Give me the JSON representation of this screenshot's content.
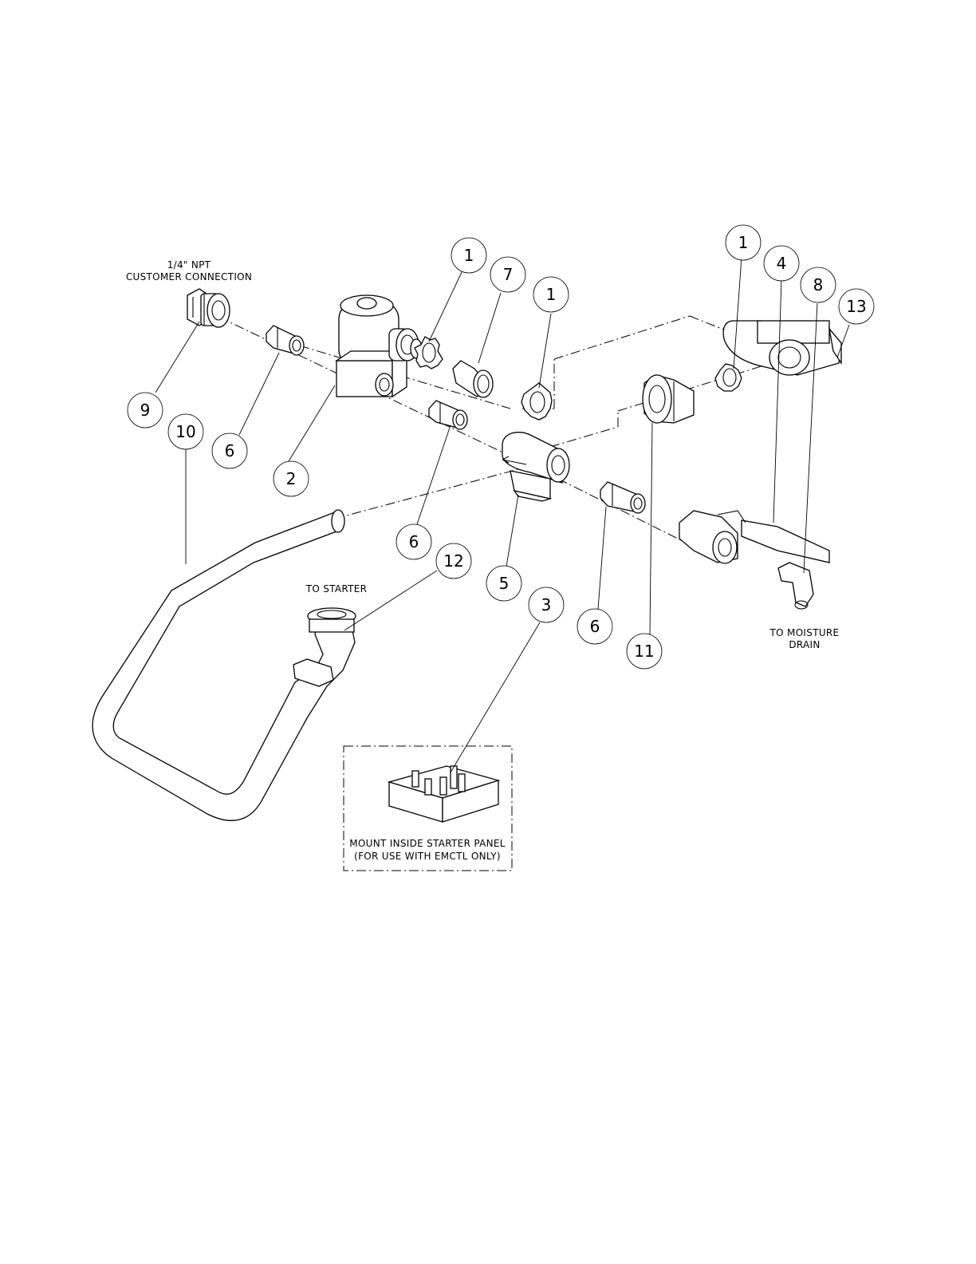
{
  "labels": {
    "customer_connection_line1": "1/4\" NPT",
    "customer_connection_line2": "CUSTOMER CONNECTION",
    "to_starter": "TO STARTER",
    "to_moisture_drain_line1": "TO MOISTURE",
    "to_moisture_drain_line2": "DRAIN",
    "panel_note_line1": "MOUNT INSIDE STARTER PANEL",
    "panel_note_line2": "(FOR USE WITH EMCTL ONLY)"
  },
  "balloons": [
    {
      "id": "b1a",
      "number": "1"
    },
    {
      "id": "b7",
      "number": "7"
    },
    {
      "id": "b1b",
      "number": "1"
    },
    {
      "id": "b1c",
      "number": "1"
    },
    {
      "id": "b4",
      "number": "4"
    },
    {
      "id": "b8",
      "number": "8"
    },
    {
      "id": "b13",
      "number": "13"
    },
    {
      "id": "b9",
      "number": "9"
    },
    {
      "id": "b10",
      "number": "10"
    },
    {
      "id": "b6a",
      "number": "6"
    },
    {
      "id": "b2",
      "number": "2"
    },
    {
      "id": "b6b",
      "number": "6"
    },
    {
      "id": "b12",
      "number": "12"
    },
    {
      "id": "b5",
      "number": "5"
    },
    {
      "id": "b3",
      "number": "3"
    },
    {
      "id": "b6c",
      "number": "6"
    },
    {
      "id": "b11",
      "number": "11"
    }
  ]
}
